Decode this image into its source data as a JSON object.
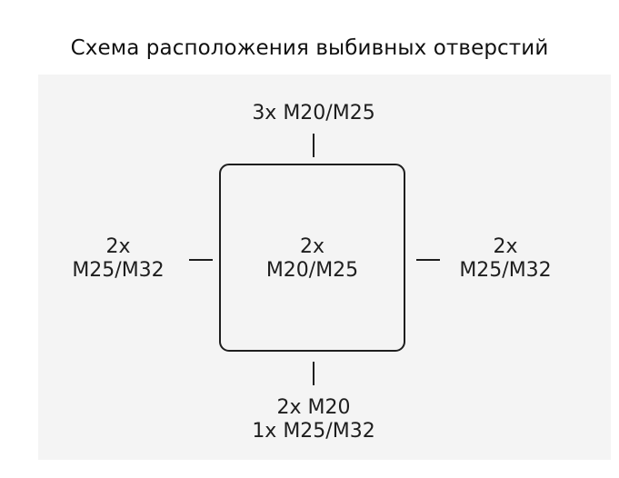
{
  "title": "Схема расположения выбивных отверстий",
  "diagram": {
    "top": {
      "lines": [
        "3x M20/M25"
      ]
    },
    "left": {
      "lines": [
        "2x",
        "M25/M32"
      ]
    },
    "center": {
      "lines": [
        "2x",
        "M20/M25"
      ]
    },
    "right": {
      "lines": [
        "2x",
        "M25/M32"
      ]
    },
    "bottom": {
      "lines": [
        "2x M20",
        "1x M25/M32"
      ]
    }
  },
  "colors": {
    "background": "#ffffff",
    "panel": "#f4f4f4",
    "stroke": "#1e1e1e"
  }
}
